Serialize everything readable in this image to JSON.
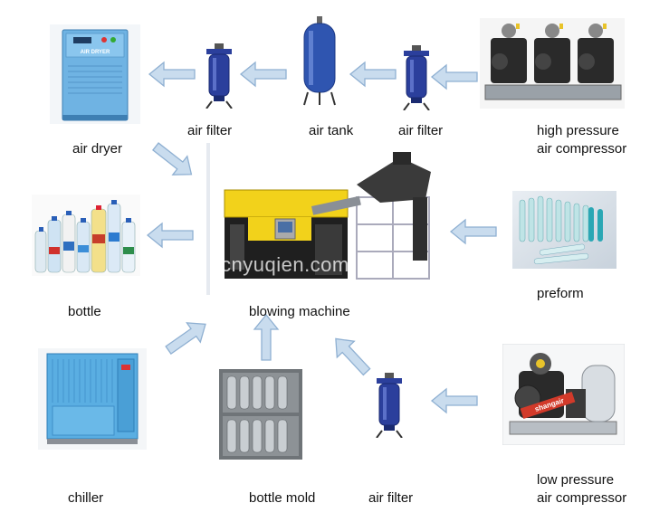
{
  "labels": {
    "air_dryer": "air dryer",
    "air_filter_1": "air filter",
    "air_tank": "air tank",
    "air_filter_2": "air filter",
    "hp_compressor_l1": "high pressure",
    "hp_compressor_l2": "air compressor",
    "bottle": "bottle",
    "blowing_machine": "blowing machine",
    "preform": "preform",
    "chiller": "chiller",
    "bottle_mold": "bottle mold",
    "air_filter_3": "air filter",
    "lp_compressor_l1": "low pressure",
    "lp_compressor_l2": "air compressor"
  },
  "device_text": {
    "dryer_panel": "AIR DRYER",
    "compressor_brand": "shangair"
  },
  "watermark": "cnyuqien.com",
  "colors": {
    "arrow_fill": "#c9dcee",
    "arrow_stroke": "#8fb0d2",
    "dryer_body": "#6fb3e3",
    "filter_blue": "#2b3f9c",
    "tank_blue": "#2f55b0",
    "machine_yellow": "#f2d21b",
    "chiller_blue": "#5aaee2"
  }
}
